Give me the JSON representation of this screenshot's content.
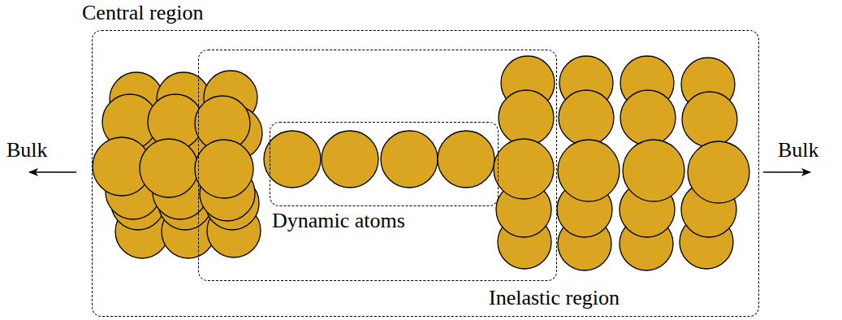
{
  "diagram": {
    "nodes": [
      {
        "text": [
          "Central region"
        ]
      },
      {
        "text": [
          "Inelastic region"
        ],
        "in": 0
      },
      {
        "text": [
          "Dynamic atoms"
        ],
        "in": 1
      }
    ],
    "labels": [
      "Bulk",
      "Bulk"
    ]
  }
}
